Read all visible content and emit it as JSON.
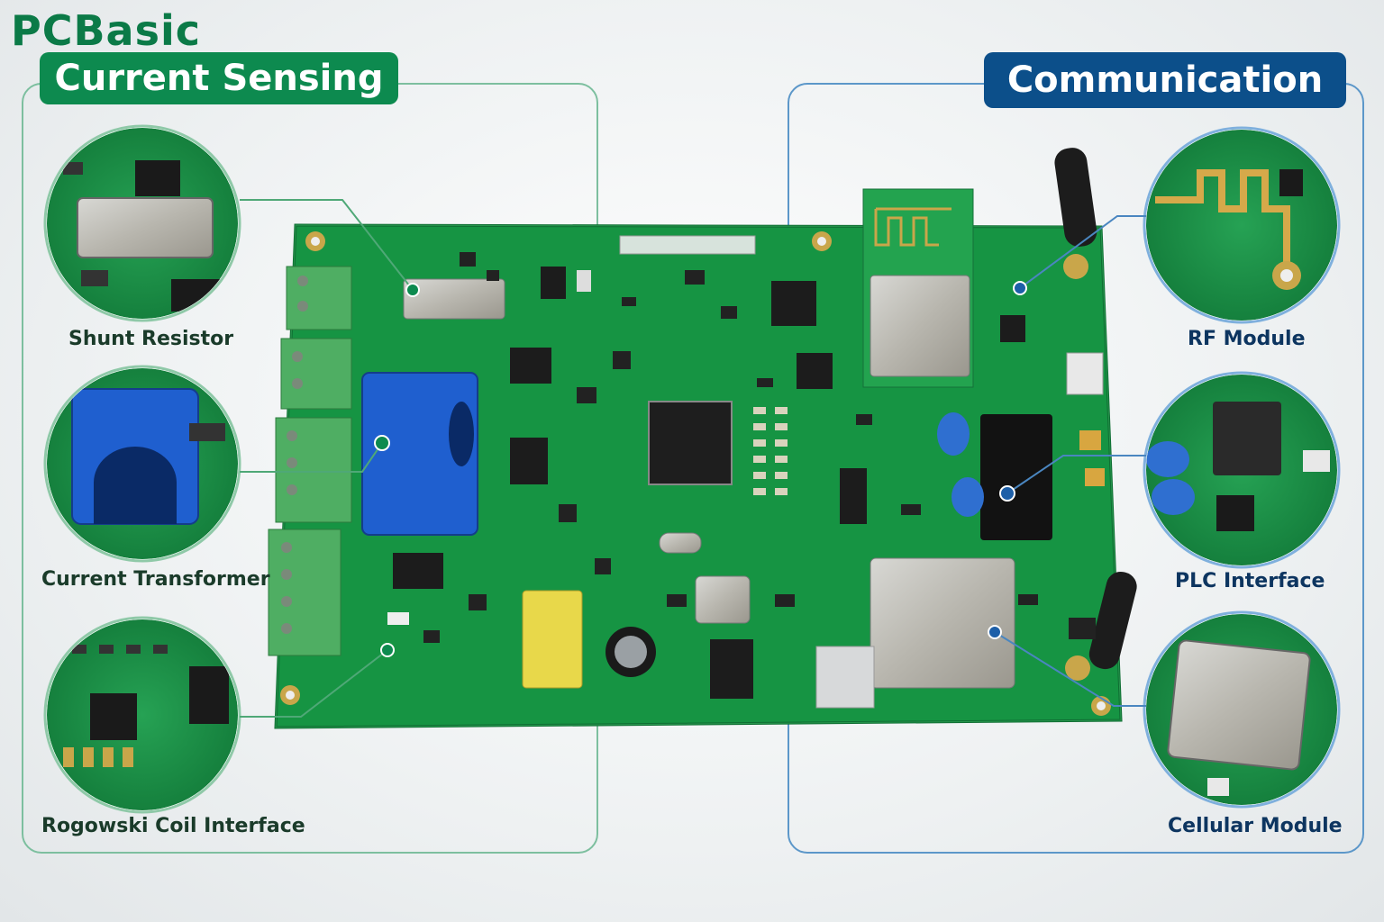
{
  "brand": {
    "logo": "PCBasic"
  },
  "colors": {
    "green_accent": "#0d8a4f",
    "blue_accent": "#0c4f8a",
    "pcb_green": "#1f9a48"
  },
  "sections": {
    "left": {
      "title": "Current Sensing",
      "items": [
        {
          "label": "Shunt Resistor"
        },
        {
          "label": "Current Transformer"
        },
        {
          "label": "Rogowski Coil Interface"
        }
      ]
    },
    "right": {
      "title": "Communication",
      "items": [
        {
          "label": "RF Module"
        },
        {
          "label": "PLC Interface"
        },
        {
          "label": "Cellular Module"
        }
      ]
    }
  }
}
